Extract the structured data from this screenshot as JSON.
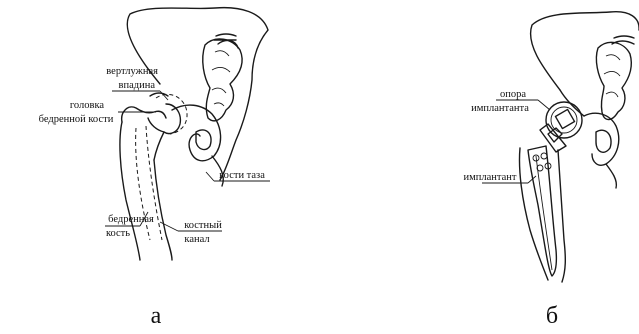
{
  "figure_a": {
    "acetabulum": [
      "вертлужная",
      "впадина"
    ],
    "femoral_head": [
      "головка",
      "бедренной кости"
    ],
    "pelvic_bones": "кости таза",
    "femur": [
      "бедренная",
      "кость"
    ],
    "bone_canal": [
      "костный",
      "канал"
    ],
    "caption": "а"
  },
  "figure_b": {
    "implant_support": [
      "опора",
      "имплантанта"
    ],
    "implant": "имплантант",
    "caption": "б"
  }
}
